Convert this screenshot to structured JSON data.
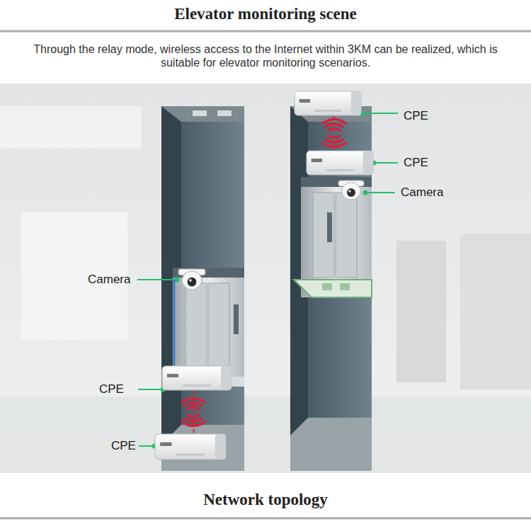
{
  "diagram": {
    "title": "Elevator monitoring scene",
    "nodes": [
      {
        "text": [
          "CPE"
        ]
      },
      {
        "text": [
          "CPE"
        ]
      },
      {
        "text": [
          "Camera"
        ]
      },
      {
        "text": [
          "Camera"
        ]
      },
      {
        "text": [
          "CPE"
        ]
      },
      {
        "text": [
          "CPE"
        ]
      }
    ],
    "edges": [
      {
        "from": 0,
        "to": 1,
        "arrow": "none"
      },
      {
        "from": 3,
        "to": 4,
        "arrow": "none"
      },
      {
        "from": 4,
        "to": 5,
        "arrow": "none"
      }
    ],
    "labels": [
      "Through the relay mode, wireless access to the Internet within 3KM can be realized, which is suitable for elevator monitoring scenarios.",
      "Network topology"
    ]
  }
}
